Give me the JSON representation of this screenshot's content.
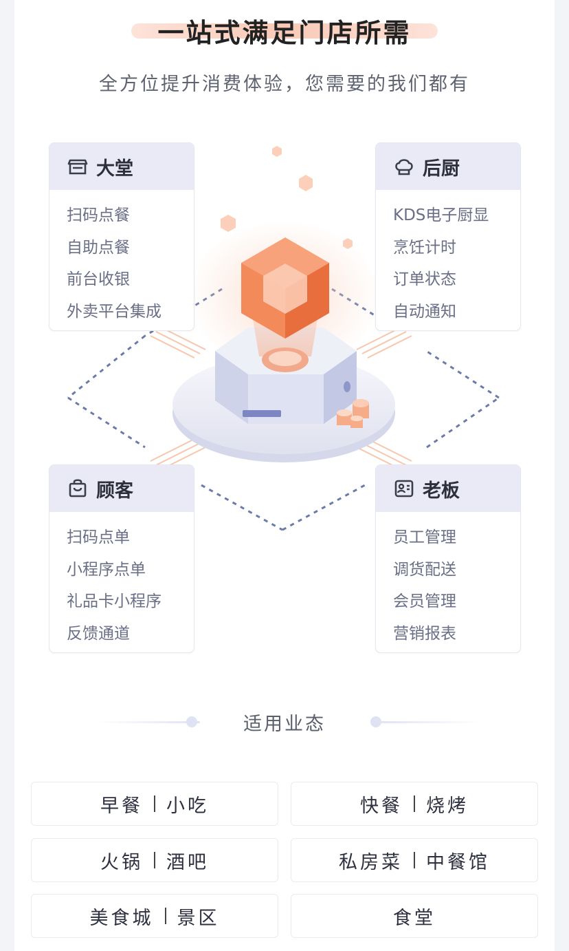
{
  "header": {
    "title": "一站式满足门店所需",
    "subtitle": "全方位提升消费体验，您需要的我们都有"
  },
  "cards": {
    "hall": {
      "title": "大堂",
      "icon": "store-counter-icon",
      "items": [
        "扫码点餐",
        "自助点餐",
        "前台收银",
        "外卖平台集成"
      ]
    },
    "kitchen": {
      "title": "后厨",
      "icon": "chef-hat-icon",
      "items": [
        "KDS电子厨显",
        "烹饪计时",
        "订单状态",
        "自动通知"
      ]
    },
    "customer": {
      "title": "顾客",
      "icon": "shopping-bag-icon",
      "items": [
        "扫码点单",
        "小程序点单",
        "礼品卡小程序",
        "反馈通道"
      ]
    },
    "boss": {
      "title": "老板",
      "icon": "boss-id-icon",
      "items": [
        "员工管理",
        "调货配送",
        "会员管理",
        "营销报表"
      ]
    }
  },
  "industries": {
    "title": "适用业态",
    "items": [
      {
        "a": "早餐",
        "b": "小吃"
      },
      {
        "a": "快餐",
        "b": "烧烤"
      },
      {
        "a": "火锅",
        "b": "酒吧"
      },
      {
        "a": "私房菜",
        "b": "中餐馆"
      },
      {
        "a": "美食城",
        "b": "景区"
      },
      {
        "a": "食堂",
        "b": ""
      }
    ]
  },
  "colors": {
    "accent_orange": "#f08a5d",
    "card_header_bg": "#eaeaf6",
    "dashed_line": "#6c7aa8",
    "text_muted": "#6a6f86"
  }
}
